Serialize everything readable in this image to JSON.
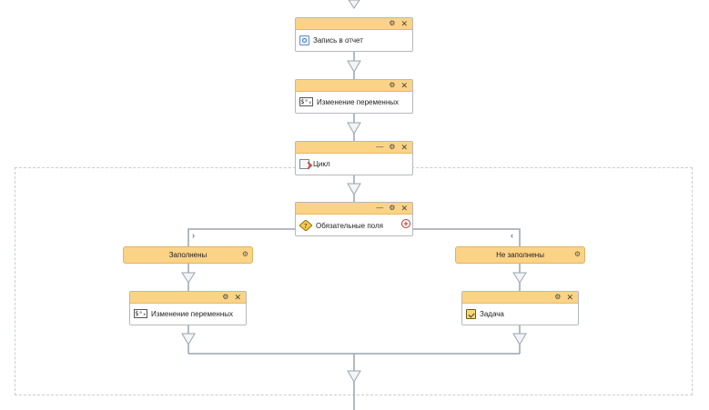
{
  "nodes": {
    "report": {
      "title": "Запись в отчет",
      "icon": "report-icon"
    },
    "vars_top": {
      "title": "Изменение переменных",
      "icon": "variables-icon"
    },
    "loop": {
      "title": "Цикл",
      "icon": "loop-icon"
    },
    "condition": {
      "title": "Обязательные поля",
      "icon": "condition-icon"
    },
    "vars_left": {
      "title": "Изменение переменных",
      "icon": "variables-icon"
    },
    "task": {
      "title": "Задача",
      "icon": "task-icon"
    }
  },
  "branches": {
    "filled": {
      "label": "Заполнены"
    },
    "not_filled": {
      "label": "Не заполнены"
    }
  },
  "header_buttons": {
    "settings_glyph": "⚙",
    "close_glyph": "✕",
    "collapse_glyph": "—",
    "add_glyph": "+",
    "vars_glyph": "$ᵃₓ"
  },
  "colors": {
    "node_header": "#fbd387",
    "connector": "#9aa3ad",
    "add_button": "#c9302c"
  }
}
